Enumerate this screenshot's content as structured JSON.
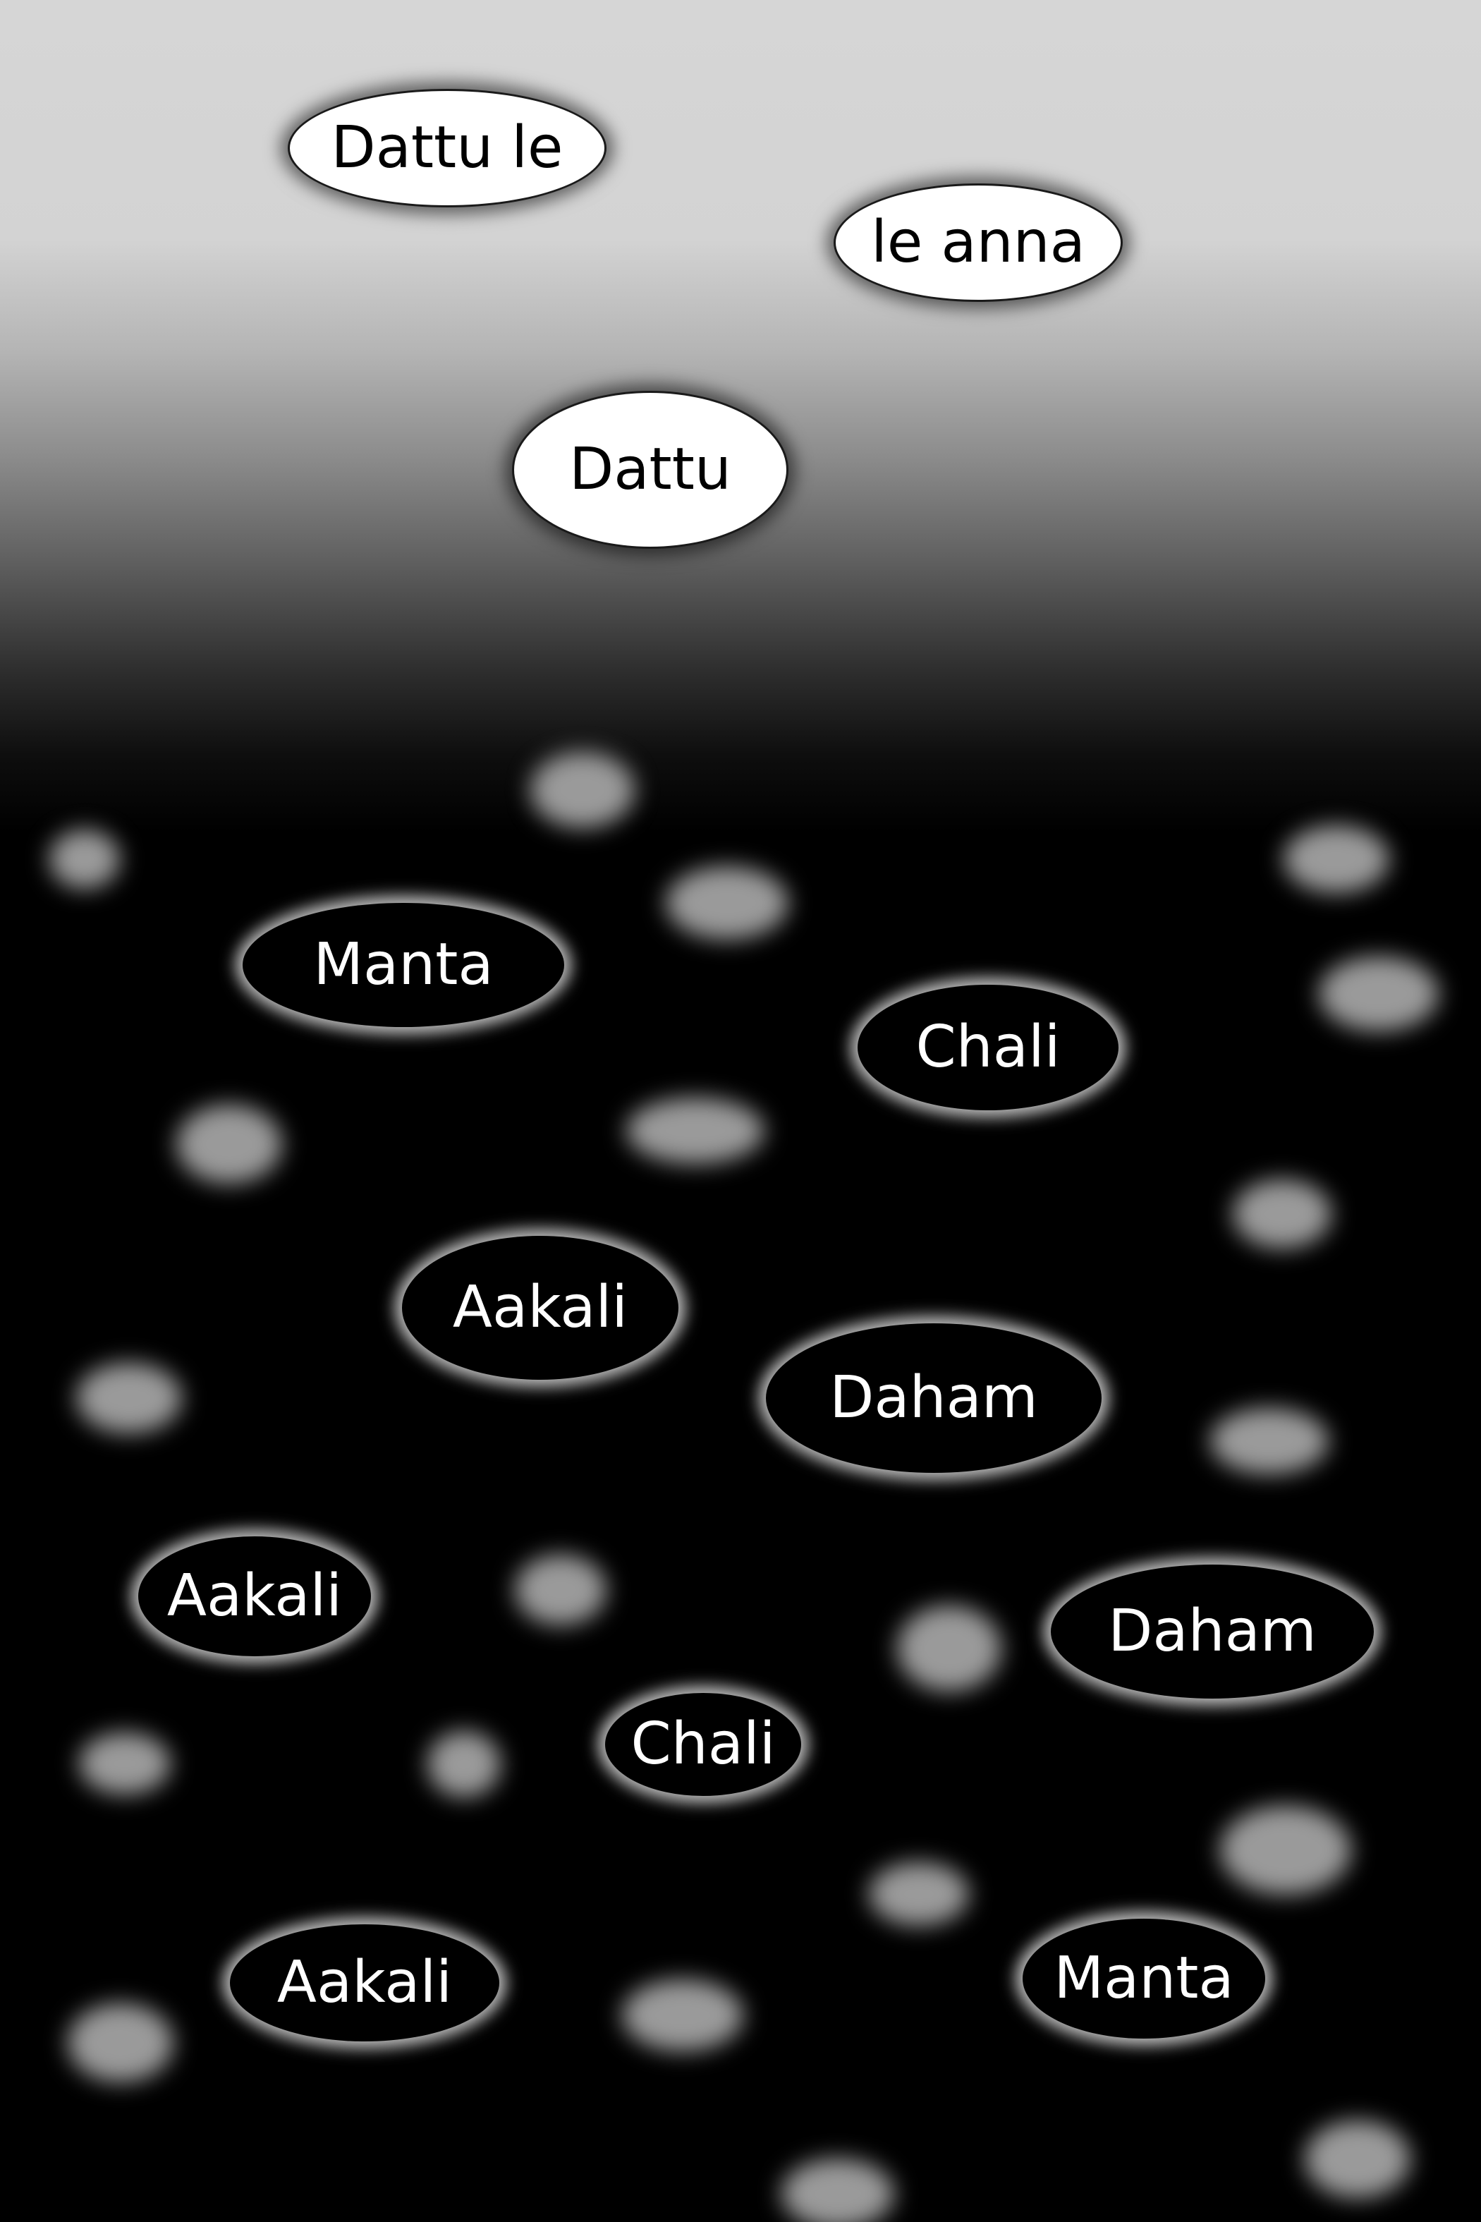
{
  "top_bubbles": [
    {
      "label": "Dattu le"
    },
    {
      "label": "le anna"
    },
    {
      "label": "Dattu"
    }
  ],
  "bottom_bubbles": [
    {
      "label": "Manta"
    },
    {
      "label": "Chali"
    },
    {
      "label": "Aakali"
    },
    {
      "label": "Daham"
    },
    {
      "label": "Aakali"
    },
    {
      "label": "Daham"
    },
    {
      "label": "Chali"
    },
    {
      "label": "Aakali"
    },
    {
      "label": "Manta"
    }
  ],
  "colors": {
    "top_background": "#d6d6d6",
    "bottom_background": "#000000",
    "light_bubble_fill": "#ffffff",
    "dark_bubble_fill": "#000000",
    "dark_bubble_glow": "#ffffff",
    "bokeh": "#9a9a9a"
  }
}
